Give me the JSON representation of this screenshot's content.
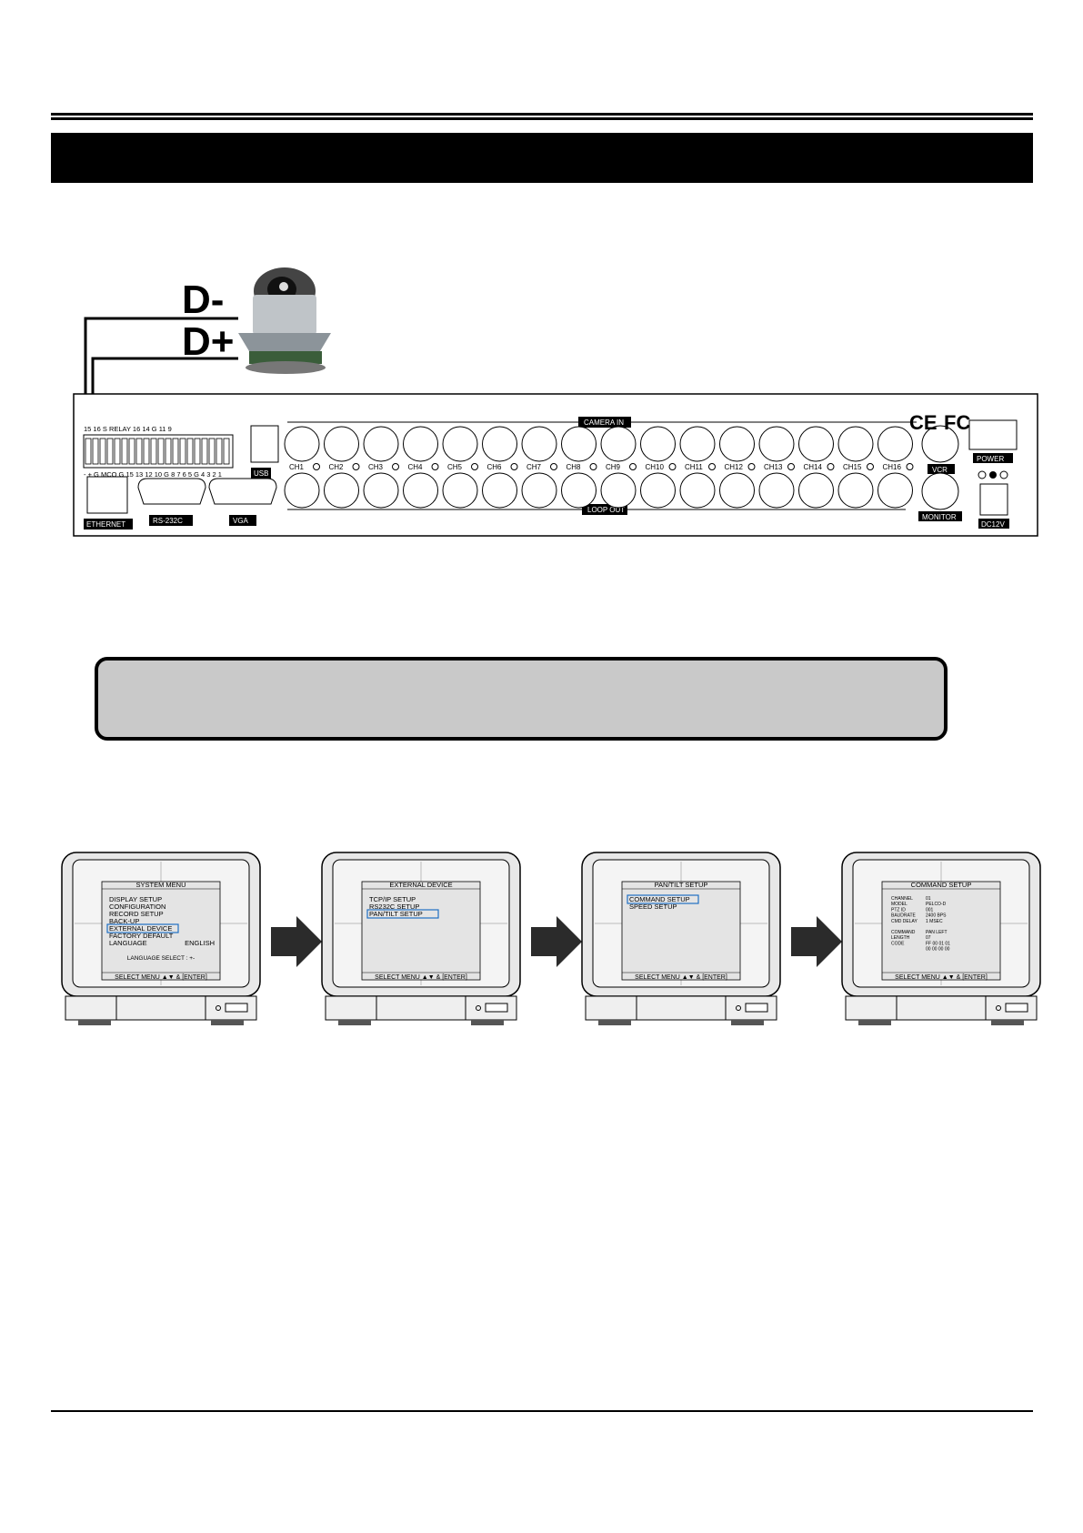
{
  "wiring": {
    "d_minus": "D-",
    "d_plus": "D+"
  },
  "rear_panel": {
    "relay_header": "15 16 S RELAY  16  14  G  11  9",
    "relay_footer": "- + G MCO G  15 13  12 10  G 8 7 6 5 G 4 3 2 1",
    "usb": "USB",
    "ethernet": "ETHERNET",
    "rs232c": "RS-232C",
    "vga": "VGA",
    "camera_in": "CAMERA IN",
    "loop_out": "LOOP OUT",
    "channels": [
      "CH1",
      "CH2",
      "CH3",
      "CH4",
      "CH5",
      "CH6",
      "CH7",
      "CH8",
      "CH9",
      "CH10",
      "CH11",
      "CH12",
      "CH13",
      "CH14",
      "CH15",
      "CH16"
    ],
    "vcr": "VCR",
    "monitor": "MONITOR",
    "power": "POWER",
    "dc12v": "DC12V",
    "ce": "CE",
    "fc": "FC"
  },
  "screens": [
    {
      "title": "SYSTEM MENU",
      "items": [
        "DISPLAY SETUP",
        "CONFIGURATION",
        "RECORD SETUP",
        "BACK-UP",
        "EXTERNAL DEVICE",
        "FACTORY DEFAULT",
        "LANGUAGE"
      ],
      "language_value": "ENGLISH",
      "hint": "LANGUAGE SELECT : +-",
      "footer": "SELECT MENU ▲▼ & [ENTER]",
      "highlight_index": 4
    },
    {
      "title": "EXTERNAL DEVICE",
      "items": [
        "TCP/IP SETUP",
        "RS232C SETUP",
        "PAN/TILT SETUP"
      ],
      "footer": "SELECT MENU ▲▼ & [ENTER]",
      "highlight_index": 2
    },
    {
      "title": "PAN/TILT SETUP",
      "items": [
        "COMMAND SETUP",
        "SPEED SETUP"
      ],
      "footer": "SELECT MENU ▲▼ & [ENTER]",
      "highlight_index": 0
    },
    {
      "title": "COMMAND SETUP",
      "rows": [
        {
          "k": "CHANNEL",
          "v": "01"
        },
        {
          "k": "MODEL",
          "v": "PELCO-D"
        },
        {
          "k": "PTZ ID",
          "v": "001"
        },
        {
          "k": "BAUDRATE",
          "v": "2400    BPS"
        },
        {
          "k": "CMD DELAY",
          "v": "1 MSEC"
        },
        {
          "k": "COMMAND",
          "v": "PAN LEFT"
        },
        {
          "k": "LENGTH",
          "v": "07"
        },
        {
          "k": "CODE",
          "v": "FF 00 01 01"
        },
        {
          "k": "",
          "v": "00 00 00 00"
        }
      ],
      "footer": "SELECT MENU ▲▼ & [ENTER]"
    }
  ]
}
